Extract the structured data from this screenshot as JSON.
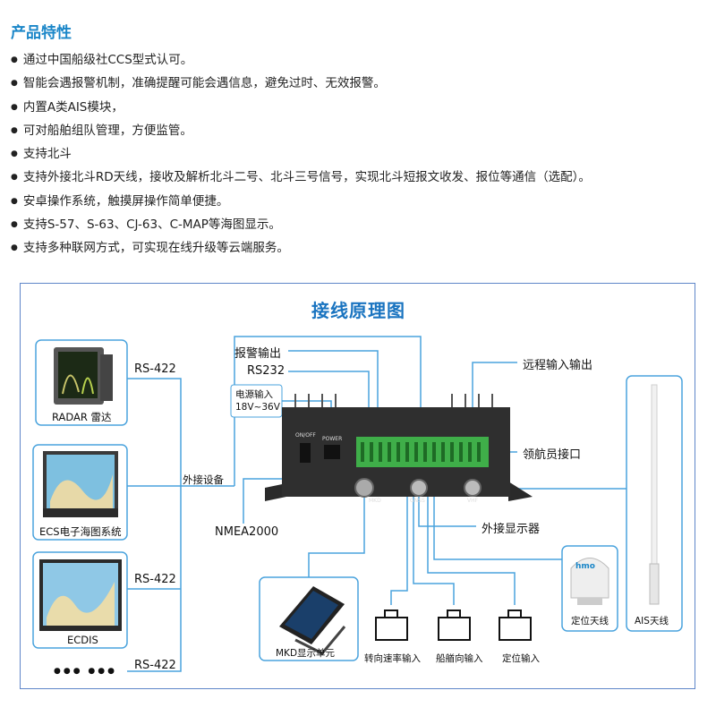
{
  "features": {
    "title": "产品特性",
    "items": [
      "通过中国船级社CCS型式认可。",
      "智能会遇报警机制，准确提醒可能会遇信息，避免过时、无效报警。",
      "内置A类AIS模块，",
      "可对船舶组队管理，方便监管。",
      "支持北斗",
      "支持外接北斗RD天线，接收及解析北斗二号、北斗三号信号，实现北斗短报文收发、报位等通信（选配）。",
      "安卓操作系统，触摸屏操作简单便捷。",
      "支持S-57、S-63、CJ-63、C-MAP等海图显示。",
      "支持多种联网方式，可实现在线升级等云端服务。"
    ]
  },
  "diagram": {
    "title": "接线原理图",
    "devices": {
      "radar": "RADAR 雷达",
      "ecs": "ECS电子海图系统",
      "ecdis": "ECDIS",
      "more": "●●● ●●●",
      "mkd": "MKD显示单元",
      "gps_antenna": "定位天线",
      "ais_antenna": "AIS天线",
      "rot_input": "转向速率输入",
      "heading_input": "船艏向输入",
      "position_input": "定位输入"
    },
    "labels": {
      "rs422_1": "RS-422",
      "rs422_2": "RS-422",
      "rs422_3": "RS-422",
      "external": "外接设备",
      "nmea2000": "NMEA2000",
      "alarm_out": "报警输出",
      "rs232": "RS232",
      "power_in": "电源输入",
      "power_range": "18V~36V",
      "remote_io": "远程输入输出",
      "pilot_port": "领航员接口",
      "ext_display": "外接显示器"
    },
    "unit": {
      "on_off": "ON/OFF",
      "power": "POWER",
      "mkd": "MKD",
      "gnss": "GNSS",
      "vhf": "VHF"
    },
    "brand": "hmo",
    "colors": {
      "wire": "#4aa3dd",
      "accent": "#1a86c8",
      "terminal": "#3fae49"
    }
  }
}
